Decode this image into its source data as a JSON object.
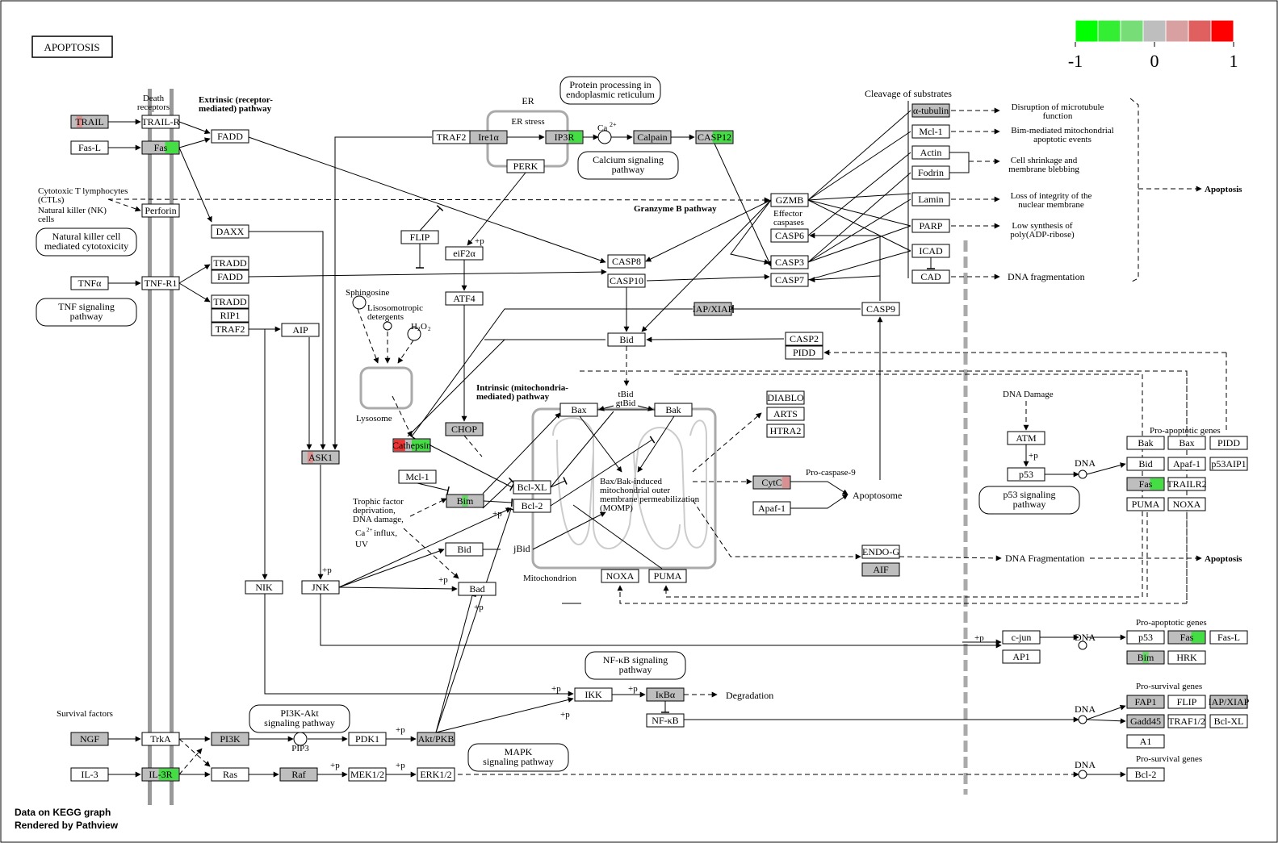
{
  "title": "APOPTOSIS",
  "legend": {
    "colors": [
      "#00ff00",
      "#33ee33",
      "#77dd77",
      "#bebebe",
      "#d8a0a0",
      "#e06060",
      "#ff0000"
    ],
    "ticks": [
      "-1",
      "0",
      "1"
    ]
  },
  "colors": {
    "gray_node": "#bebebe",
    "green": "#44dd44",
    "red": "#ee3333",
    "pink": "#d89090"
  },
  "nodes": [
    {
      "id": "trail",
      "label": "TRAIL",
      "fill": "gray",
      "mark": "pinkleft"
    },
    {
      "id": "trail-r",
      "label": "TRAIL-R"
    },
    {
      "id": "fas-l",
      "label": "Fas-L"
    },
    {
      "id": "fas-r",
      "label": "Fas",
      "fill": "gray",
      "mark": "greenright"
    },
    {
      "id": "fadd1",
      "label": "FADD"
    },
    {
      "id": "perforin",
      "label": "Perforin"
    },
    {
      "id": "daxx",
      "label": "DAXX"
    },
    {
      "id": "tnfa",
      "label": "TNFα"
    },
    {
      "id": "tnf-r1",
      "label": "TNF-R1"
    },
    {
      "id": "tradd1",
      "label": "TRADD"
    },
    {
      "id": "fadd2",
      "label": "FADD"
    },
    {
      "id": "tradd2",
      "label": "TRADD"
    },
    {
      "id": "rip1",
      "label": "RIP1"
    },
    {
      "id": "traf2a",
      "label": "TRAF2"
    },
    {
      "id": "aip",
      "label": "AIP"
    },
    {
      "id": "traf2b",
      "label": "TRAF2"
    },
    {
      "id": "ire1a",
      "label": "Ire1α",
      "fill": "gray"
    },
    {
      "id": "ip3r",
      "label": "IP3R",
      "fill": "gray",
      "mark": "greenright"
    },
    {
      "id": "calpain",
      "label": "Calpain",
      "fill": "gray"
    },
    {
      "id": "casp12",
      "label": "CASP12",
      "fill": "gray",
      "mark": "greenfull"
    },
    {
      "id": "perk",
      "label": "PERK"
    },
    {
      "id": "flip1",
      "label": "FLIP"
    },
    {
      "id": "eif2a",
      "label": "eiF2α"
    },
    {
      "id": "atf4",
      "label": "ATF4"
    },
    {
      "id": "chop",
      "label": "CHOP",
      "fill": "gray"
    },
    {
      "id": "cathepsin",
      "label": "Cathepsin",
      "fill": "gray",
      "mark": "cathepsin"
    },
    {
      "id": "ask1",
      "label": "ASK1",
      "fill": "gray",
      "mark": "pinkleft"
    },
    {
      "id": "mcl1a",
      "label": "Mcl-1"
    },
    {
      "id": "bim1",
      "label": "Bim",
      "fill": "gray",
      "mark": "greencenter"
    },
    {
      "id": "bclxl1",
      "label": "Bcl-XL"
    },
    {
      "id": "bcl2a",
      "label": "Bcl-2"
    },
    {
      "id": "bid1",
      "label": "Bid"
    },
    {
      "id": "bad",
      "label": "Bad"
    },
    {
      "id": "nik",
      "label": "NIK"
    },
    {
      "id": "jnk",
      "label": "JNK"
    },
    {
      "id": "gzmb",
      "label": "GZMB"
    },
    {
      "id": "casp6",
      "label": "CASP6"
    },
    {
      "id": "casp8",
      "label": "CASP8"
    },
    {
      "id": "casp10",
      "label": "CASP10"
    },
    {
      "id": "casp3",
      "label": "CASP3"
    },
    {
      "id": "casp7",
      "label": "CASP7"
    },
    {
      "id": "iapxiap1",
      "label": "IAP/XIAP",
      "fill": "gray"
    },
    {
      "id": "casp9",
      "label": "CASP9"
    },
    {
      "id": "bid2",
      "label": "Bid"
    },
    {
      "id": "casp2",
      "label": "CASP2"
    },
    {
      "id": "pidd1",
      "label": "PIDD"
    },
    {
      "id": "bax1",
      "label": "Bax"
    },
    {
      "id": "bak1",
      "label": "Bak"
    },
    {
      "id": "diablo",
      "label": "DIABLO"
    },
    {
      "id": "arts",
      "label": "ARTS"
    },
    {
      "id": "htra2",
      "label": "HTRA2"
    },
    {
      "id": "cytc",
      "label": "CytC",
      "fill": "gray",
      "mark": "pinkright"
    },
    {
      "id": "apaf1a",
      "label": "Apaf-1"
    },
    {
      "id": "endog",
      "label": "ENDO-G"
    },
    {
      "id": "aif",
      "label": "AIF",
      "fill": "gray"
    },
    {
      "id": "noxa1",
      "label": "NOXA"
    },
    {
      "id": "puma1",
      "label": "PUMA"
    },
    {
      "id": "atubulin",
      "label": "α-tubulin",
      "fill": "gray"
    },
    {
      "id": "mcl1b",
      "label": "Mcl-1"
    },
    {
      "id": "actin",
      "label": "Actin"
    },
    {
      "id": "fodrin",
      "label": "Fodrin"
    },
    {
      "id": "lamin",
      "label": "Lamin"
    },
    {
      "id": "parp",
      "label": "PARP"
    },
    {
      "id": "icad",
      "label": "ICAD"
    },
    {
      "id": "cad",
      "label": "CAD"
    },
    {
      "id": "atm",
      "label": "ATM"
    },
    {
      "id": "p53a",
      "label": "p53"
    },
    {
      "id": "bak2",
      "label": "Bak"
    },
    {
      "id": "bax2",
      "label": "Bax"
    },
    {
      "id": "pidd2",
      "label": "PIDD"
    },
    {
      "id": "bid3",
      "label": "Bid"
    },
    {
      "id": "apaf1b",
      "label": "Apaf-1"
    },
    {
      "id": "p53aip1",
      "label": "p53AIP1"
    },
    {
      "id": "fas2",
      "label": "Fas",
      "fill": "gray",
      "mark": "greenright"
    },
    {
      "id": "trailr2",
      "label": "TRAILR2"
    },
    {
      "id": "puma2",
      "label": "PUMA"
    },
    {
      "id": "noxa2",
      "label": "NOXA"
    },
    {
      "id": "cjun",
      "label": "c-jun"
    },
    {
      "id": "ap1",
      "label": "AP1"
    },
    {
      "id": "p53b",
      "label": "p53"
    },
    {
      "id": "fas3",
      "label": "Fas",
      "fill": "gray",
      "mark": "greenright"
    },
    {
      "id": "fasl2",
      "label": "Fas-L"
    },
    {
      "id": "bim2",
      "label": "Bim",
      "fill": "gray",
      "mark": "greencenter"
    },
    {
      "id": "hrk",
      "label": "HRK"
    },
    {
      "id": "ikk",
      "label": "IKK"
    },
    {
      "id": "ikba",
      "label": "IκBα",
      "fill": "gray"
    },
    {
      "id": "nfkb",
      "label": "NF-κB"
    },
    {
      "id": "fap1",
      "label": "FAP1",
      "fill": "gray"
    },
    {
      "id": "flip2",
      "label": "FLIP"
    },
    {
      "id": "iapxiap2",
      "label": "IAP/XIAP",
      "fill": "gray"
    },
    {
      "id": "gadd45",
      "label": "Gadd45",
      "fill": "gray"
    },
    {
      "id": "traf12",
      "label": "TRAF1/2"
    },
    {
      "id": "bclxl2",
      "label": "Bcl-XL"
    },
    {
      "id": "a1",
      "label": "A1"
    },
    {
      "id": "bcl2b",
      "label": "Bcl-2"
    },
    {
      "id": "ngf",
      "label": "NGF",
      "fill": "gray"
    },
    {
      "id": "trka",
      "label": "TrkA"
    },
    {
      "id": "pi3k",
      "label": "PI3K",
      "fill": "gray"
    },
    {
      "id": "pdk1",
      "label": "PDK1"
    },
    {
      "id": "aktpkb",
      "label": "Akt/PKB",
      "fill": "gray"
    },
    {
      "id": "il3",
      "label": "IL-3"
    },
    {
      "id": "il3r",
      "label": "IL-3R",
      "fill": "gray",
      "mark": "greenfull"
    },
    {
      "id": "ras",
      "label": "Ras"
    },
    {
      "id": "raf",
      "label": "Raf",
      "fill": "gray"
    },
    {
      "id": "mek12",
      "label": "MEK1/2"
    },
    {
      "id": "erk12",
      "label": "ERK1/2"
    }
  ],
  "pathways": [
    {
      "id": "protein-processing",
      "lines": [
        "Protein processing in",
        "endoplasmic reticulum"
      ]
    },
    {
      "id": "calcium",
      "lines": [
        "Calcium signaling",
        "pathway"
      ]
    },
    {
      "id": "nk",
      "lines": [
        "Natural killer cell",
        "mediated cytotoxicity"
      ]
    },
    {
      "id": "tnf",
      "lines": [
        "TNF signaling",
        "pathway"
      ]
    },
    {
      "id": "p53",
      "lines": [
        "p53 signaling",
        "pathway"
      ]
    },
    {
      "id": "nfkb",
      "lines": [
        "NF-κB signaling",
        "pathway"
      ]
    },
    {
      "id": "pi3k",
      "lines": [
        "PI3K-Akt",
        "signaling pathway"
      ]
    },
    {
      "id": "mapk",
      "lines": [
        "MAPK",
        "signaling pathway"
      ]
    }
  ],
  "labels": {
    "death_receptors": [
      "Death",
      "receptors"
    ],
    "extrinsic": [
      "Extrinsic (receptor-",
      "mediated) pathway"
    ],
    "er": "ER",
    "er_stress": "ER stress",
    "ca": "Ca",
    "ca_sup": "2+",
    "ctl": [
      "Cytotoxic T lymphocytes",
      "(CTLs)"
    ],
    "nk_cells": [
      "Natural killer (NK)",
      "cells"
    ],
    "granzyme": "Granzyme B pathway",
    "effector": [
      "Effector",
      "caspases"
    ],
    "cleavage": "Cleavage of substrates",
    "disruption": [
      "Disruption of microtubule",
      "function"
    ],
    "bim_mediated": [
      "Bim-mediated mitochondrial",
      "apoptotic events"
    ],
    "shrinkage": [
      "Cell shrinkage and",
      "membrane blebbing"
    ],
    "loss_integrity": [
      "Loss of integrity of the",
      "nuclear membrane"
    ],
    "low_synthesis": [
      "Low synthesis of",
      "poly(ADP-ribose)"
    ],
    "dna_fragmentation": "DNA fragmentation",
    "apoptosis": "Apoptosis",
    "sphingosine": "Sphingosine",
    "lisosomotropic": [
      "Lisosomotropic",
      "detergents"
    ],
    "h2o2": "H",
    "h2o2_sub1": "2",
    "h2o2_mid": "O",
    "h2o2_sub2": "2",
    "lysosome": "Lysosome",
    "intrinsic": [
      "Intrinsic (mitochondria-",
      "mediated) pathway"
    ],
    "tbid": [
      "tBid",
      "gtBid"
    ],
    "trophic": [
      "Trophic factor",
      "deprivation,",
      "DNA damage,"
    ],
    "ca_influx_pre": "Ca",
    "ca_influx_sup": "2+",
    "ca_influx_post": "influx,",
    "uv": "UV",
    "momp": [
      "Bax/Bak-induced",
      "mitochondrial outer",
      "membrane  permeabilization",
      "(MOMP)"
    ],
    "jbid": "jBid",
    "mitochondrion": "Mitochondrion",
    "procaspase9": "Pro-caspase-9",
    "apoptosome": "Apoptosome",
    "dna_fragmentation2": "DNA Fragmentation",
    "dna_damage": "DNA Damage",
    "dna": "DNA",
    "pro_apoptotic": "Pro-apoptotic genes",
    "pro_survival": "Pro-survival genes",
    "degradation": "Degradation",
    "survival_factors": "Survival factors",
    "pip3": "PIP3",
    "plus_p": "+p"
  },
  "footer": [
    "Data on KEGG graph",
    "Rendered by Pathview"
  ]
}
